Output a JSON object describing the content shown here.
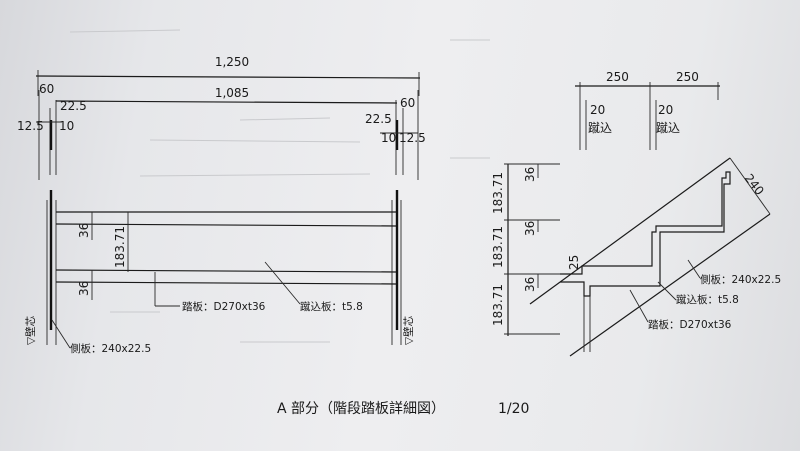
{
  "front_view": {
    "dim_overall": "1,250",
    "dim_inner": "1,085",
    "dim_left_60": "60",
    "dim_right_60": "60",
    "dim_left_225": "22.5",
    "dim_right_225": "22.5",
    "dim_left_125": "12.5",
    "dim_right_125": "12.5",
    "dim_left_10": "10",
    "dim_right_10": "10",
    "dim_36_upper": "36",
    "dim_36_lower": "36",
    "dim_rise": "183.71",
    "label_tread": "踏板：D270xt36",
    "label_kick": "蹴込板：t5.8",
    "label_stringer": "側板：240x22.5",
    "label_wall_left": "▽壁芯",
    "label_wall_right": "▽壁芯"
  },
  "side_view": {
    "dim_250_a": "250",
    "dim_250_b": "250",
    "dim_20_a": "20",
    "dim_20_b": "20",
    "kick_a": "蹴込",
    "kick_b": "蹴込",
    "dim_240": "240",
    "dim_25": "25",
    "rise_1": "183.71",
    "rise_2": "183.71",
    "rise_3": "183.71",
    "t36_1": "36",
    "t36_2": "36",
    "t36_3": "36",
    "label_stringer": "側板：240x22.5",
    "label_kick": "蹴込板：t5.8",
    "label_tread": "踏板：D270xt36"
  },
  "caption": {
    "title": "A 部分（階段踏板詳細図）",
    "scale": "1/20"
  }
}
